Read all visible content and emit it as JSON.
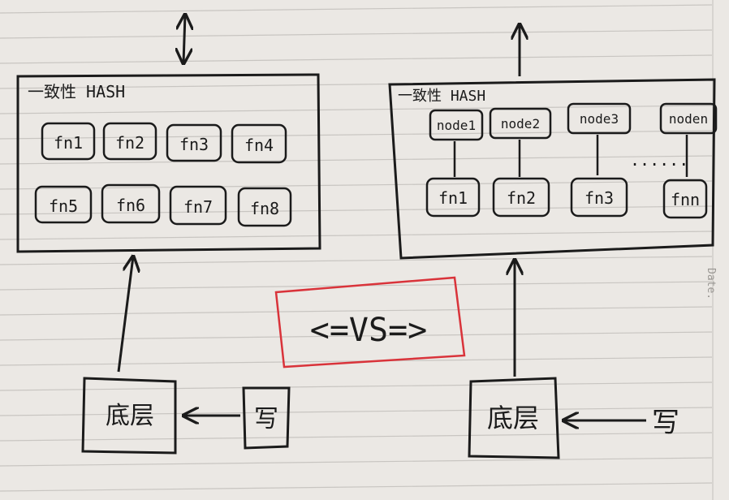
{
  "left": {
    "title": "一致性 HASH",
    "fns": [
      "fn1",
      "fn2",
      "fn3",
      "fn4",
      "fn5",
      "fn6",
      "fn7",
      "fn8"
    ],
    "bottom_label": "底层",
    "write_label": "写"
  },
  "right": {
    "title": "一致性 HASH",
    "nodes": [
      "node1",
      "node2",
      "node3",
      "noden"
    ],
    "fns": [
      "fn1",
      "fn2",
      "fn3",
      "fnn"
    ],
    "ellipsis": "......",
    "bottom_label": "底层",
    "write_label": "写"
  },
  "center": {
    "label": "<=VS=>"
  },
  "colors": {
    "ink": "#1b1b1b",
    "paper": "#ebe8e4",
    "rule": "#c8c5c1",
    "highlight": "#d9333a"
  },
  "margin_watermark": "Date."
}
